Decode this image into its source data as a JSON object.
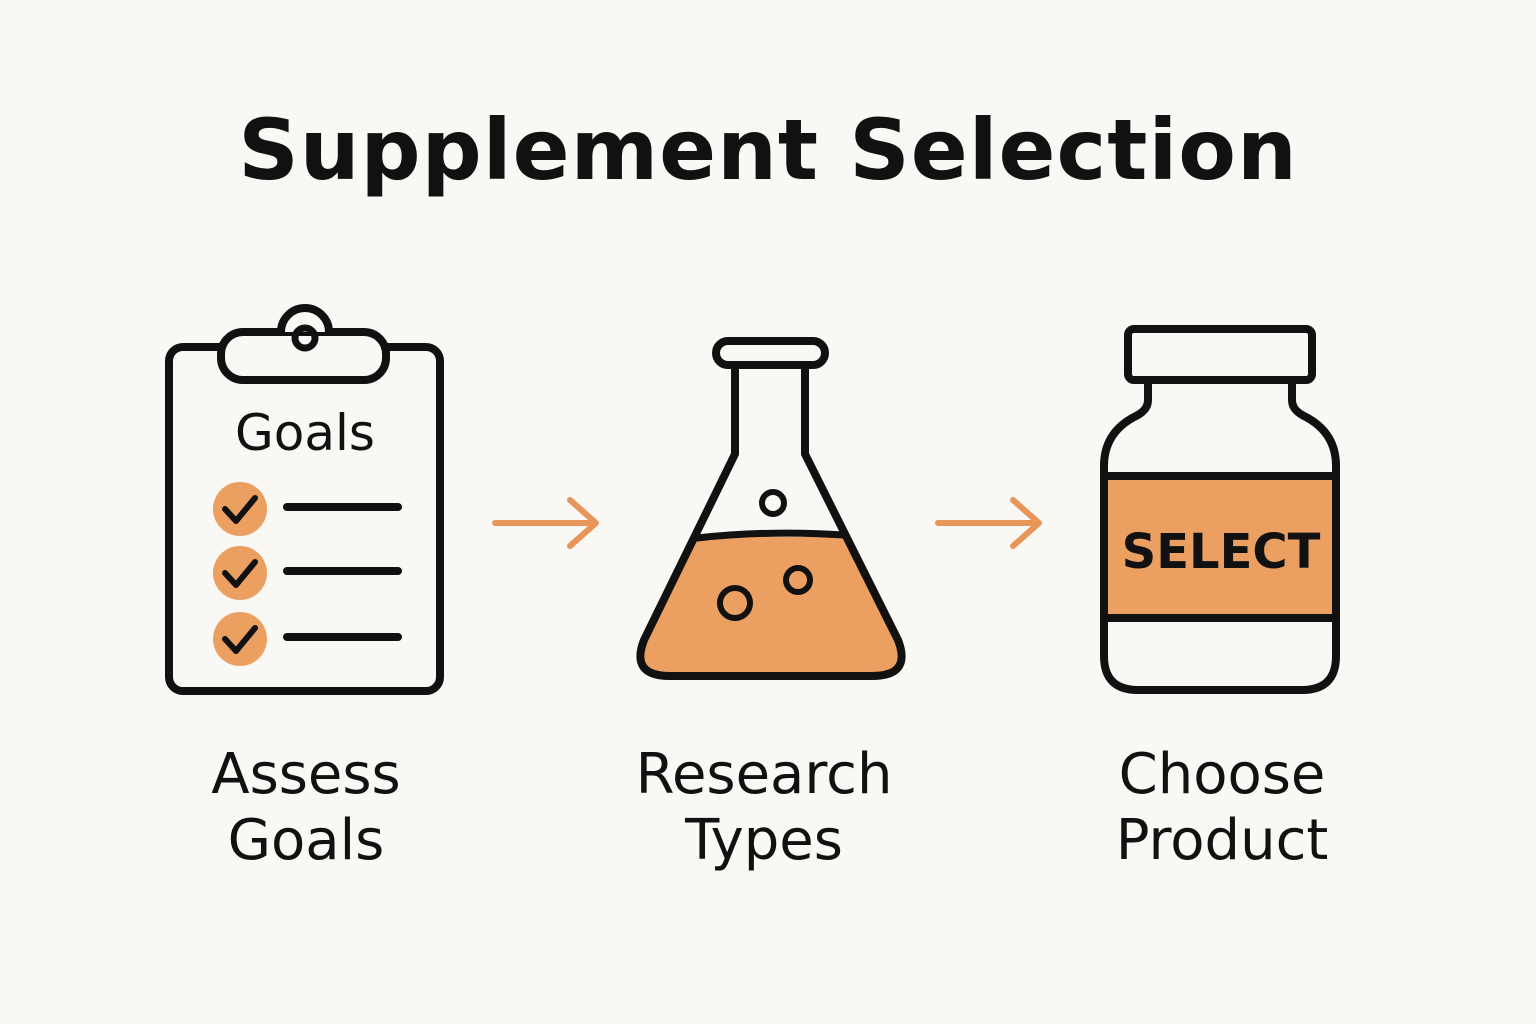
{
  "title": "Supplement Selection",
  "colors": {
    "background": "#faf8f5",
    "accent": "#eba062",
    "arrow": "#e8955a",
    "ink": "#111111"
  },
  "steps": [
    {
      "icon": "clipboard-checklist-icon",
      "icon_text": "Goals",
      "label_line1": "Assess",
      "label_line2": "Goals"
    },
    {
      "icon": "flask-icon",
      "label_line1": "Research",
      "label_line2": "Types"
    },
    {
      "icon": "supplement-bottle-icon",
      "icon_text": "SELECT",
      "label_line1": "Choose",
      "label_line2": "Product"
    }
  ],
  "connectors": [
    "arrow-right-icon",
    "arrow-right-icon"
  ]
}
